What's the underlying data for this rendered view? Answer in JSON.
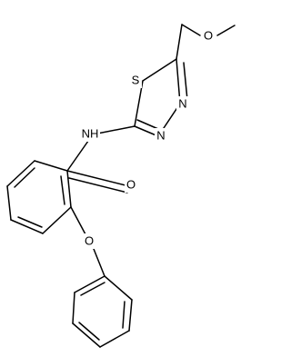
{
  "structure": {
    "atoms": {
      "O_methoxy": "O",
      "S": "S",
      "N_ring_right": "N",
      "N_ring_left": "N",
      "NH": "NH",
      "O_carbonyl": "O",
      "O_ether": "O"
    }
  }
}
